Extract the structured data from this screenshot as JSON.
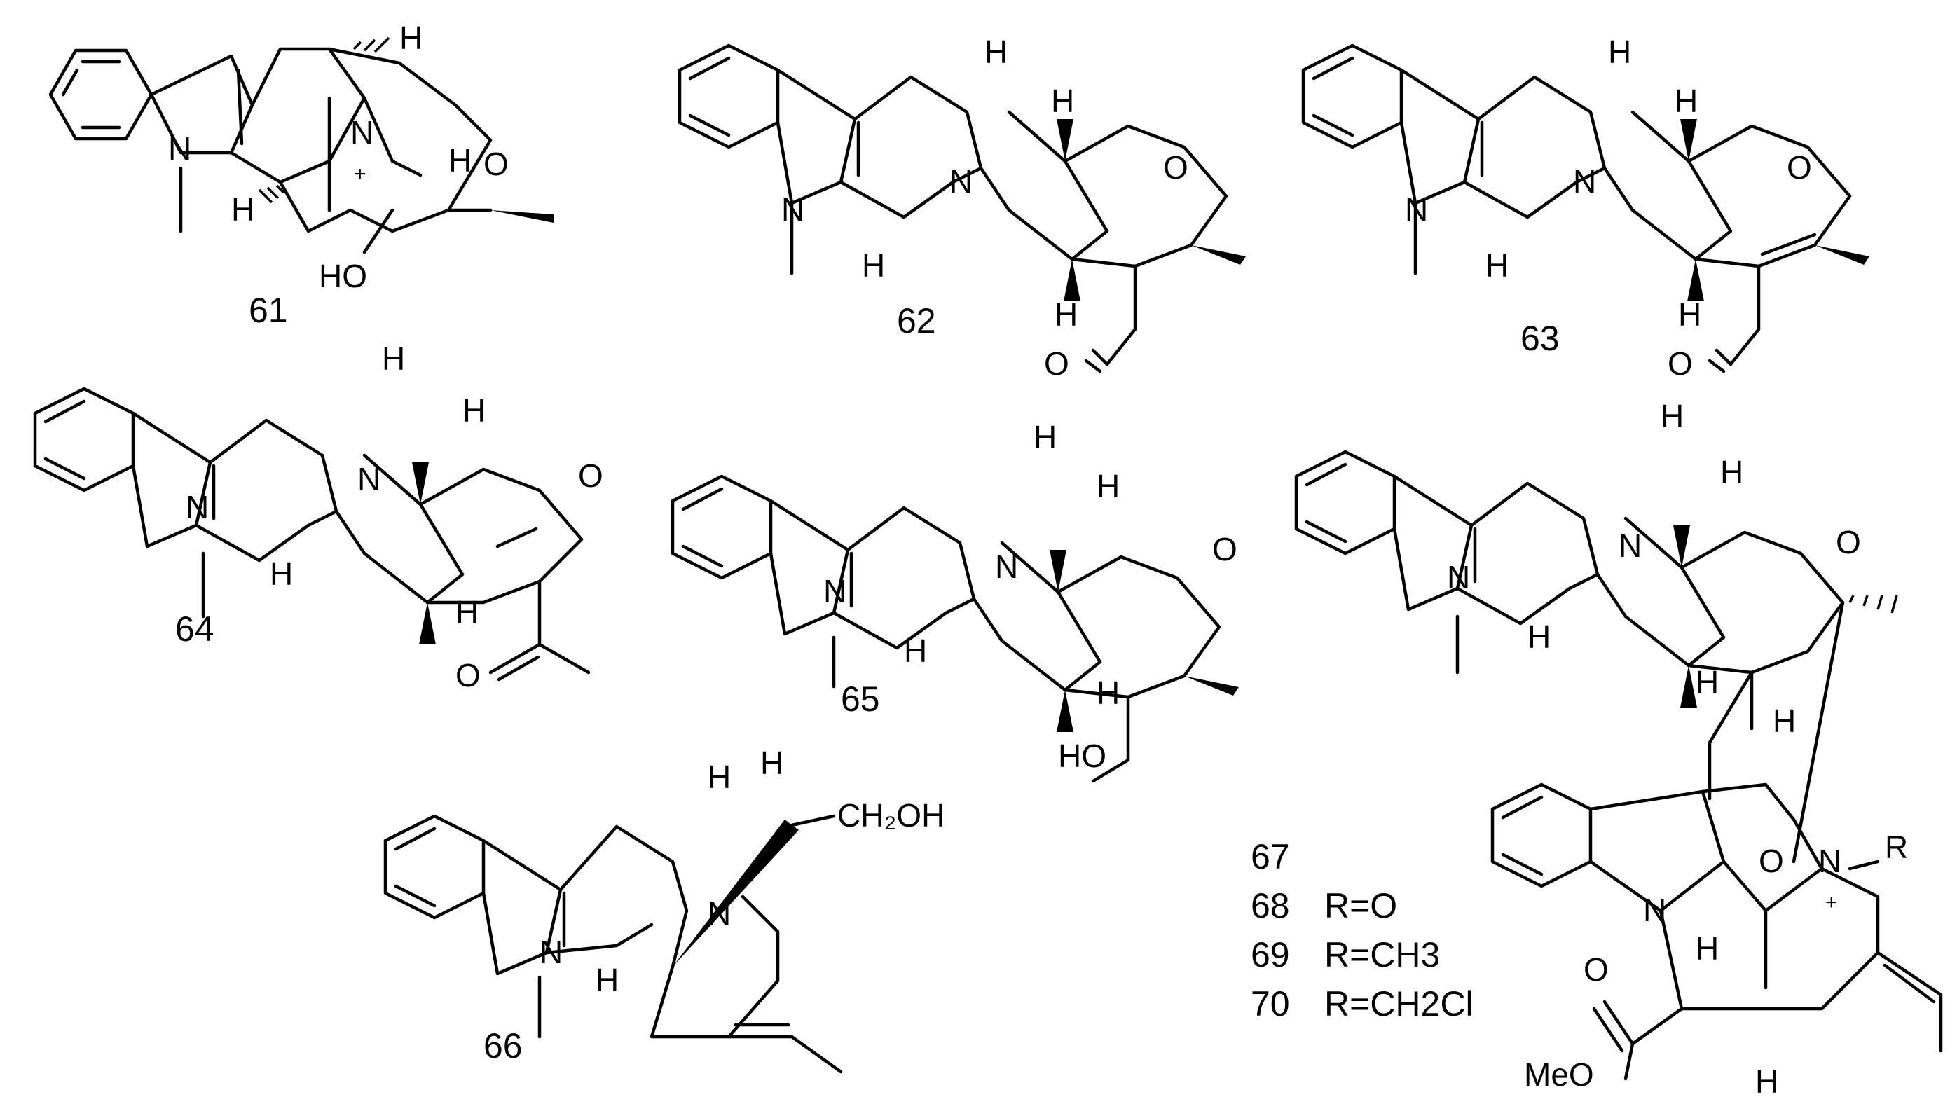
{
  "atoms": {
    "H": "H",
    "N": "N",
    "O": "O",
    "plus": "+",
    "HO": "HO",
    "CH2OH": "CH₂OH",
    "MeO": "MeO",
    "R": "R"
  },
  "compounds": {
    "c61": "61",
    "c62": "62",
    "c63": "63",
    "c64": "64",
    "c65": "65",
    "c66": "66"
  },
  "legend": [
    {
      "num": "67",
      "sub": ""
    },
    {
      "num": "68",
      "sub": "R=O"
    },
    {
      "num": "69",
      "sub": "R=CH3"
    },
    {
      "num": "70",
      "sub": "R=CH2Cl"
    }
  ]
}
